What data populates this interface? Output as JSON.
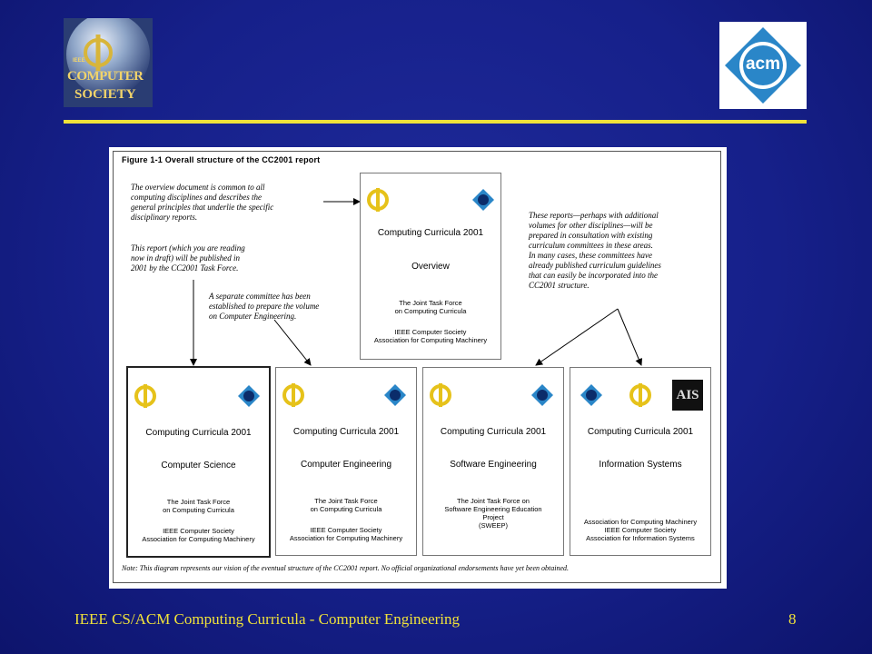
{
  "logos": {
    "ieee_cs": {
      "icon": "ieee-computer-society-logo",
      "text_line1": "IEEE",
      "text_line2": "COMPUTER",
      "text_line3": "SOCIETY"
    },
    "acm": {
      "icon": "acm-logo",
      "text": "acm"
    }
  },
  "figure": {
    "title": "Figure 1-1  Overall structure of the CC2001 report",
    "annotations": {
      "overview_note": [
        "The overview document is common to all",
        "computing disciplines and describes the",
        "general principles that underlie the specific",
        "disciplinary reports."
      ],
      "report_note": [
        "This report (which you are reading",
        "now in draft) will be published in",
        "2001 by the CC2001 Task Force."
      ],
      "committee_note": [
        "A separate committee has been",
        "established to prepare the volume",
        "on Computer Engineering."
      ],
      "other_reports_note": [
        "These reports—perhaps with additional",
        "volumes for other disciplines—will be",
        "prepared in consultation with existing",
        "curriculum committees in these areas.",
        "In many cases, these committees have",
        "already published curriculum guidelines",
        "that can easily be incorporated into the",
        "CC2001 structure."
      ]
    },
    "boxes": {
      "overview": {
        "title": "Computing Curricula 2001",
        "subtitle": "Overview",
        "body": [
          "The Joint Task Force",
          "on Computing Curricula"
        ],
        "orgs": [
          "IEEE Computer Society",
          "Association for Computing Machinery"
        ]
      },
      "cs": {
        "title": "Computing Curricula 2001",
        "subtitle": "Computer Science",
        "body": [
          "The Joint Task Force",
          "on Computing Curricula"
        ],
        "orgs": [
          "IEEE Computer Society",
          "Association for Computing Machinery"
        ]
      },
      "ce": {
        "title": "Computing Curricula 2001",
        "subtitle": "Computer Engineering",
        "body": [
          "The Joint Task Force",
          "on Computing Curricula"
        ],
        "orgs": [
          "IEEE Computer Society",
          "Association for Computing Machinery"
        ]
      },
      "se": {
        "title": "Computing Curricula 2001",
        "subtitle": "Software Engineering",
        "body": [
          "The Joint Task Force on",
          "Software Engineering Education",
          "Project",
          "(SWEEP)"
        ],
        "orgs": []
      },
      "is": {
        "title": "Computing Curricula 2001",
        "subtitle": "Information Systems",
        "body": [],
        "orgs": [
          "Association for Computing Machinery",
          "IEEE Computer Society",
          "Association for Information Systems"
        ],
        "extra_logo": "AIS"
      }
    },
    "footnote": "Note: This diagram represents our vision of the eventual structure of the CC2001 report.  No official organizational endorsements have yet been obtained."
  },
  "footer": {
    "title": "IEEE CS/ACM Computing Curricula - Computer Engineering",
    "page": "8"
  },
  "colors": {
    "background": "#16208a",
    "accent": "#f0e23a"
  }
}
